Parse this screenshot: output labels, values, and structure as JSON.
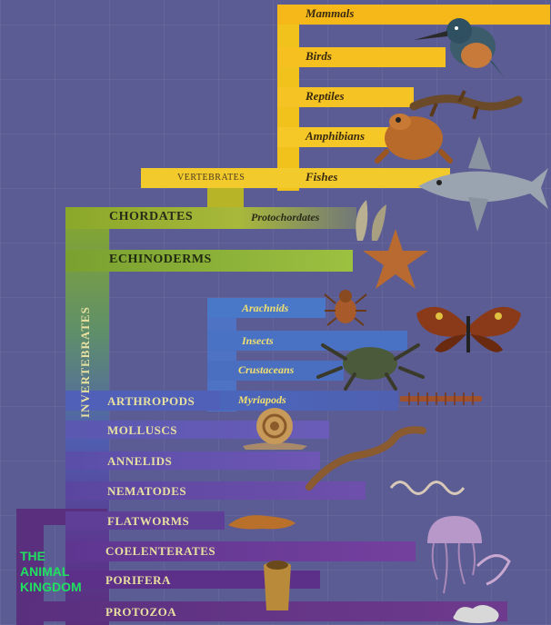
{
  "title_lines": [
    "THE",
    "ANIMAL",
    "KINGDOM"
  ],
  "vertebrates": {
    "group_label": "VERTEBRATES",
    "classes": [
      "Mammals",
      "Birds",
      "Reptiles",
      "Amphibians",
      "Fishes"
    ]
  },
  "invertebrates_label": "INVERTEBRATES",
  "chordates": {
    "label": "CHORDATES",
    "sub": "Protochordates"
  },
  "echinoderms": "ECHINODERMS",
  "arthropods": {
    "label": "ARTHROPODS",
    "classes": [
      "Arachnids",
      "Insects",
      "Crustaceans",
      "Myriapods"
    ]
  },
  "phyla": [
    "MOLLUSCS",
    "ANNELIDS",
    "NEMATODES",
    "FLATWORMS",
    "COELENTERATES",
    "PORIFERA",
    "PROTOZOA"
  ],
  "colors": {
    "background": "#5b5c93",
    "vertebrate_yellow": "#f5c518",
    "chordate_green": "#8fb02a",
    "arthropod_blue": "#4f6fc0",
    "lower_purple": "#6b3a8c",
    "title_green": "#20e060"
  }
}
